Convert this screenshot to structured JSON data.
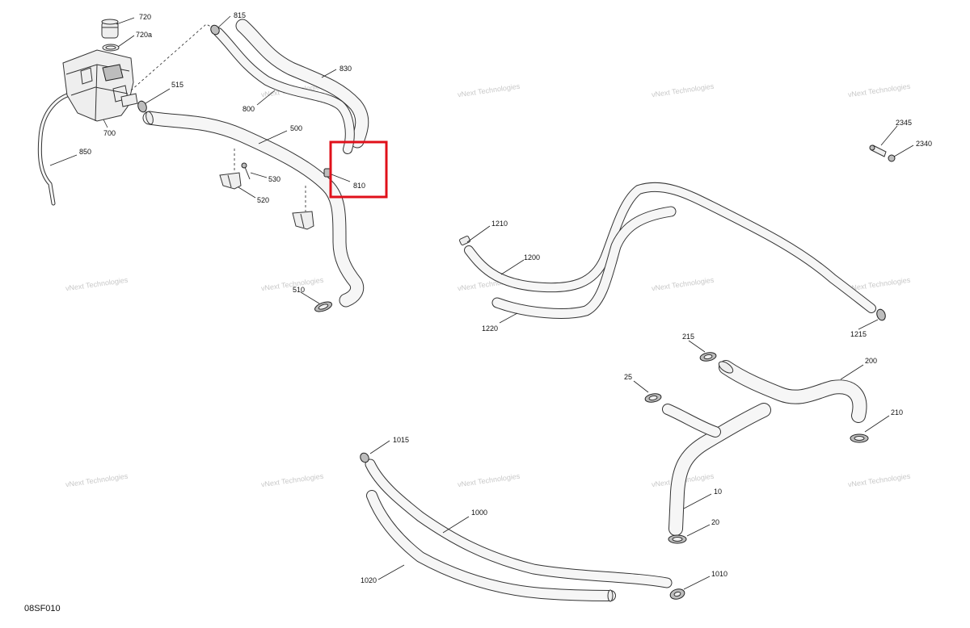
{
  "diagram": {
    "code": "08SF010",
    "watermark": "vNext Technologies",
    "highlight_color": "#e0101a",
    "labels": {
      "p720": "720",
      "p720a": "720a",
      "p815": "815",
      "p830": "830",
      "p800": "800",
      "p515": "515",
      "p700": "700",
      "p500": "500",
      "p850": "850",
      "p530": "530",
      "p520": "520",
      "p810": "810",
      "p510": "510",
      "p2345": "2345",
      "p2340": "2340",
      "p1210": "1210",
      "p1200": "1200",
      "p1220": "1220",
      "p1215": "1215",
      "p215": "215",
      "p200": "200",
      "p25": "25",
      "p210": "210",
      "p10": "10",
      "p20": "20",
      "p1015": "1015",
      "p1000": "1000",
      "p1020": "1020",
      "p1010": "1010"
    }
  }
}
